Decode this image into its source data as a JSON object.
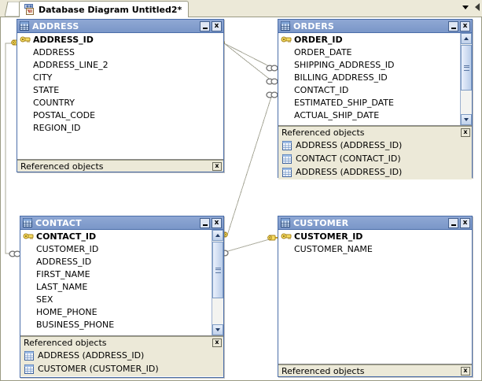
{
  "window": {
    "tab": {
      "label": "Database Diagram Untitled2*",
      "icon": "diagram-icon",
      "modified": true
    },
    "tab_menu_icon": "chevron-down-icon",
    "tab_overflow_icon": "scroll-left-icon"
  },
  "diagram": {
    "referenced_objects_label": "Referenced objects",
    "close_glyph": "x",
    "minimize_glyph": "-",
    "tables": [
      {
        "name": "ADDRESS",
        "icon": "table-icon",
        "columns": [
          {
            "name": "ADDRESS_ID",
            "pk": true
          },
          {
            "name": "ADDRESS",
            "pk": false
          },
          {
            "name": "ADDRESS_LINE_2",
            "pk": false
          },
          {
            "name": "CITY",
            "pk": false
          },
          {
            "name": "STATE",
            "pk": false
          },
          {
            "name": "COUNTRY",
            "pk": false
          },
          {
            "name": "POSTAL_CODE",
            "pk": false
          },
          {
            "name": "REGION_ID",
            "pk": false
          }
        ],
        "has_scrollbar": false,
        "referenced_objects": []
      },
      {
        "name": "ORDERS",
        "icon": "table-icon",
        "columns": [
          {
            "name": "ORDER_ID",
            "pk": true
          },
          {
            "name": "ORDER_DATE",
            "pk": false
          },
          {
            "name": "SHIPPING_ADDRESS_ID",
            "pk": false
          },
          {
            "name": "BILLING_ADDRESS_ID",
            "pk": false
          },
          {
            "name": "CONTACT_ID",
            "pk": false
          },
          {
            "name": "ESTIMATED_SHIP_DATE",
            "pk": false
          },
          {
            "name": "ACTUAL_SHIP_DATE",
            "pk": false
          }
        ],
        "has_scrollbar": true,
        "referenced_objects": [
          "ADDRESS (ADDRESS_ID)",
          "CONTACT (CONTACT_ID)",
          "ADDRESS (ADDRESS_ID)"
        ]
      },
      {
        "name": "CONTACT",
        "icon": "table-icon",
        "columns": [
          {
            "name": "CONTACT_ID",
            "pk": true
          },
          {
            "name": "CUSTOMER_ID",
            "pk": false
          },
          {
            "name": "ADDRESS_ID",
            "pk": false
          },
          {
            "name": "FIRST_NAME",
            "pk": false
          },
          {
            "name": "LAST_NAME",
            "pk": false
          },
          {
            "name": "SEX",
            "pk": false
          },
          {
            "name": "HOME_PHONE",
            "pk": false
          },
          {
            "name": "BUSINESS_PHONE",
            "pk": false
          }
        ],
        "has_scrollbar": true,
        "referenced_objects": [
          "ADDRESS (ADDRESS_ID)",
          "CUSTOMER (CUSTOMER_ID)"
        ]
      },
      {
        "name": "CUSTOMER",
        "icon": "table-icon",
        "columns": [
          {
            "name": "CUSTOMER_ID",
            "pk": true
          },
          {
            "name": "CUSTOMER_NAME",
            "pk": false
          }
        ],
        "has_scrollbar": false,
        "referenced_objects": []
      }
    ],
    "relationships": [
      {
        "from": "ADDRESS.ADDRESS_ID",
        "to": "ORDERS.SHIPPING_ADDRESS_ID",
        "from_end": "key",
        "to_end": "many"
      },
      {
        "from": "ADDRESS.ADDRESS_ID",
        "to": "ORDERS.BILLING_ADDRESS_ID",
        "from_end": "key",
        "to_end": "many"
      },
      {
        "from": "CONTACT.CONTACT_ID",
        "to": "ORDERS.CONTACT_ID",
        "from_end": "key",
        "to_end": "many"
      },
      {
        "from": "CUSTOMER.CUSTOMER_ID",
        "to": "CONTACT.CUSTOMER_ID",
        "from_end": "key",
        "to_end": "many"
      },
      {
        "from": "ADDRESS.ADDRESS_ID",
        "to": "CONTACT.ADDRESS_ID",
        "from_end": "key",
        "to_end": "many"
      }
    ]
  },
  "colors": {
    "title_bar": "#7a96c8",
    "window_border": "#4b6ea9",
    "chrome": "#ece9d8",
    "canvas": "#ffffff",
    "relationship_line": "#a8a89a",
    "key_icon": "#f2d14b"
  }
}
